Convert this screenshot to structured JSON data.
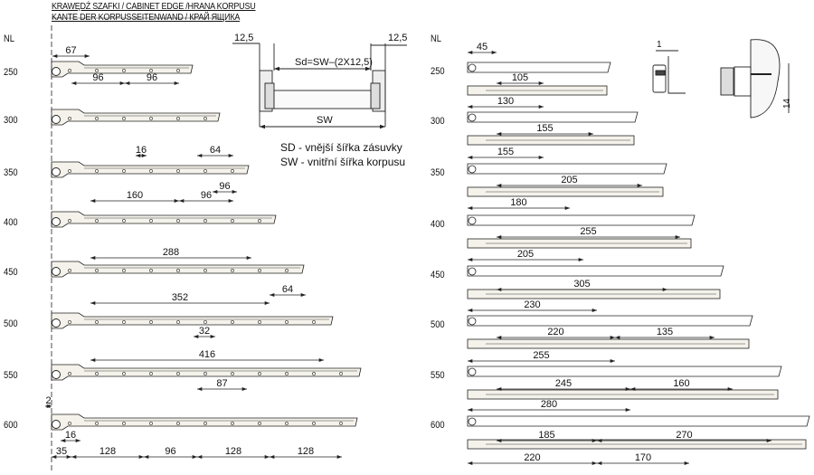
{
  "header": {
    "line1": "KRAWĘDŹ SZAFKI / CABINET EDGE  /HRANA KORPUSU",
    "line2": "KANTE DER KORPUSSEITENWAND  / КРАЙ ЯЩИКА"
  },
  "nl_label": "NL",
  "section": {
    "left_offset": "12,5",
    "right_offset": "12,5",
    "sd_formula": "Sd=SW–(2X12,5)",
    "sw_label": "SW"
  },
  "legend": {
    "sd": "SD - vnější šířka zásuvky",
    "sw": "SW - vnitřní šířka korpusu"
  },
  "detail": {
    "gap": "1",
    "height": "14"
  },
  "left_rails": [
    {
      "nl": "250",
      "dims": [
        "67",
        "96",
        "96"
      ]
    },
    {
      "nl": "300",
      "dims": []
    },
    {
      "nl": "350",
      "dims": [
        "16",
        "64"
      ]
    },
    {
      "nl": "400",
      "dims": [
        "160",
        "96",
        "96"
      ]
    },
    {
      "nl": "450",
      "dims": [
        "288"
      ]
    },
    {
      "nl": "500",
      "dims": [
        "352",
        "64",
        "32"
      ]
    },
    {
      "nl": "550",
      "dims": [
        "416",
        "87"
      ]
    },
    {
      "nl": "600",
      "dims": [
        "2",
        "16",
        "35",
        "128",
        "96",
        "128",
        "128"
      ]
    }
  ],
  "right_rails": [
    {
      "nl": "250",
      "dims": [
        "45",
        "105",
        "130"
      ]
    },
    {
      "nl": "300",
      "dims": [
        "155",
        "155"
      ]
    },
    {
      "nl": "350",
      "dims": [
        "205",
        "180"
      ]
    },
    {
      "nl": "400",
      "dims": [
        "255",
        "205"
      ]
    },
    {
      "nl": "450",
      "dims": [
        "305",
        "230"
      ]
    },
    {
      "nl": "500",
      "dims": [
        "220",
        "135",
        "255"
      ]
    },
    {
      "nl": "550",
      "dims": [
        "245",
        "160",
        "280"
      ]
    },
    {
      "nl": "600",
      "dims": [
        "185",
        "270",
        "220",
        "170"
      ]
    }
  ],
  "colors": {
    "line": "#222222",
    "rail_fill": "#f4f2ea"
  }
}
